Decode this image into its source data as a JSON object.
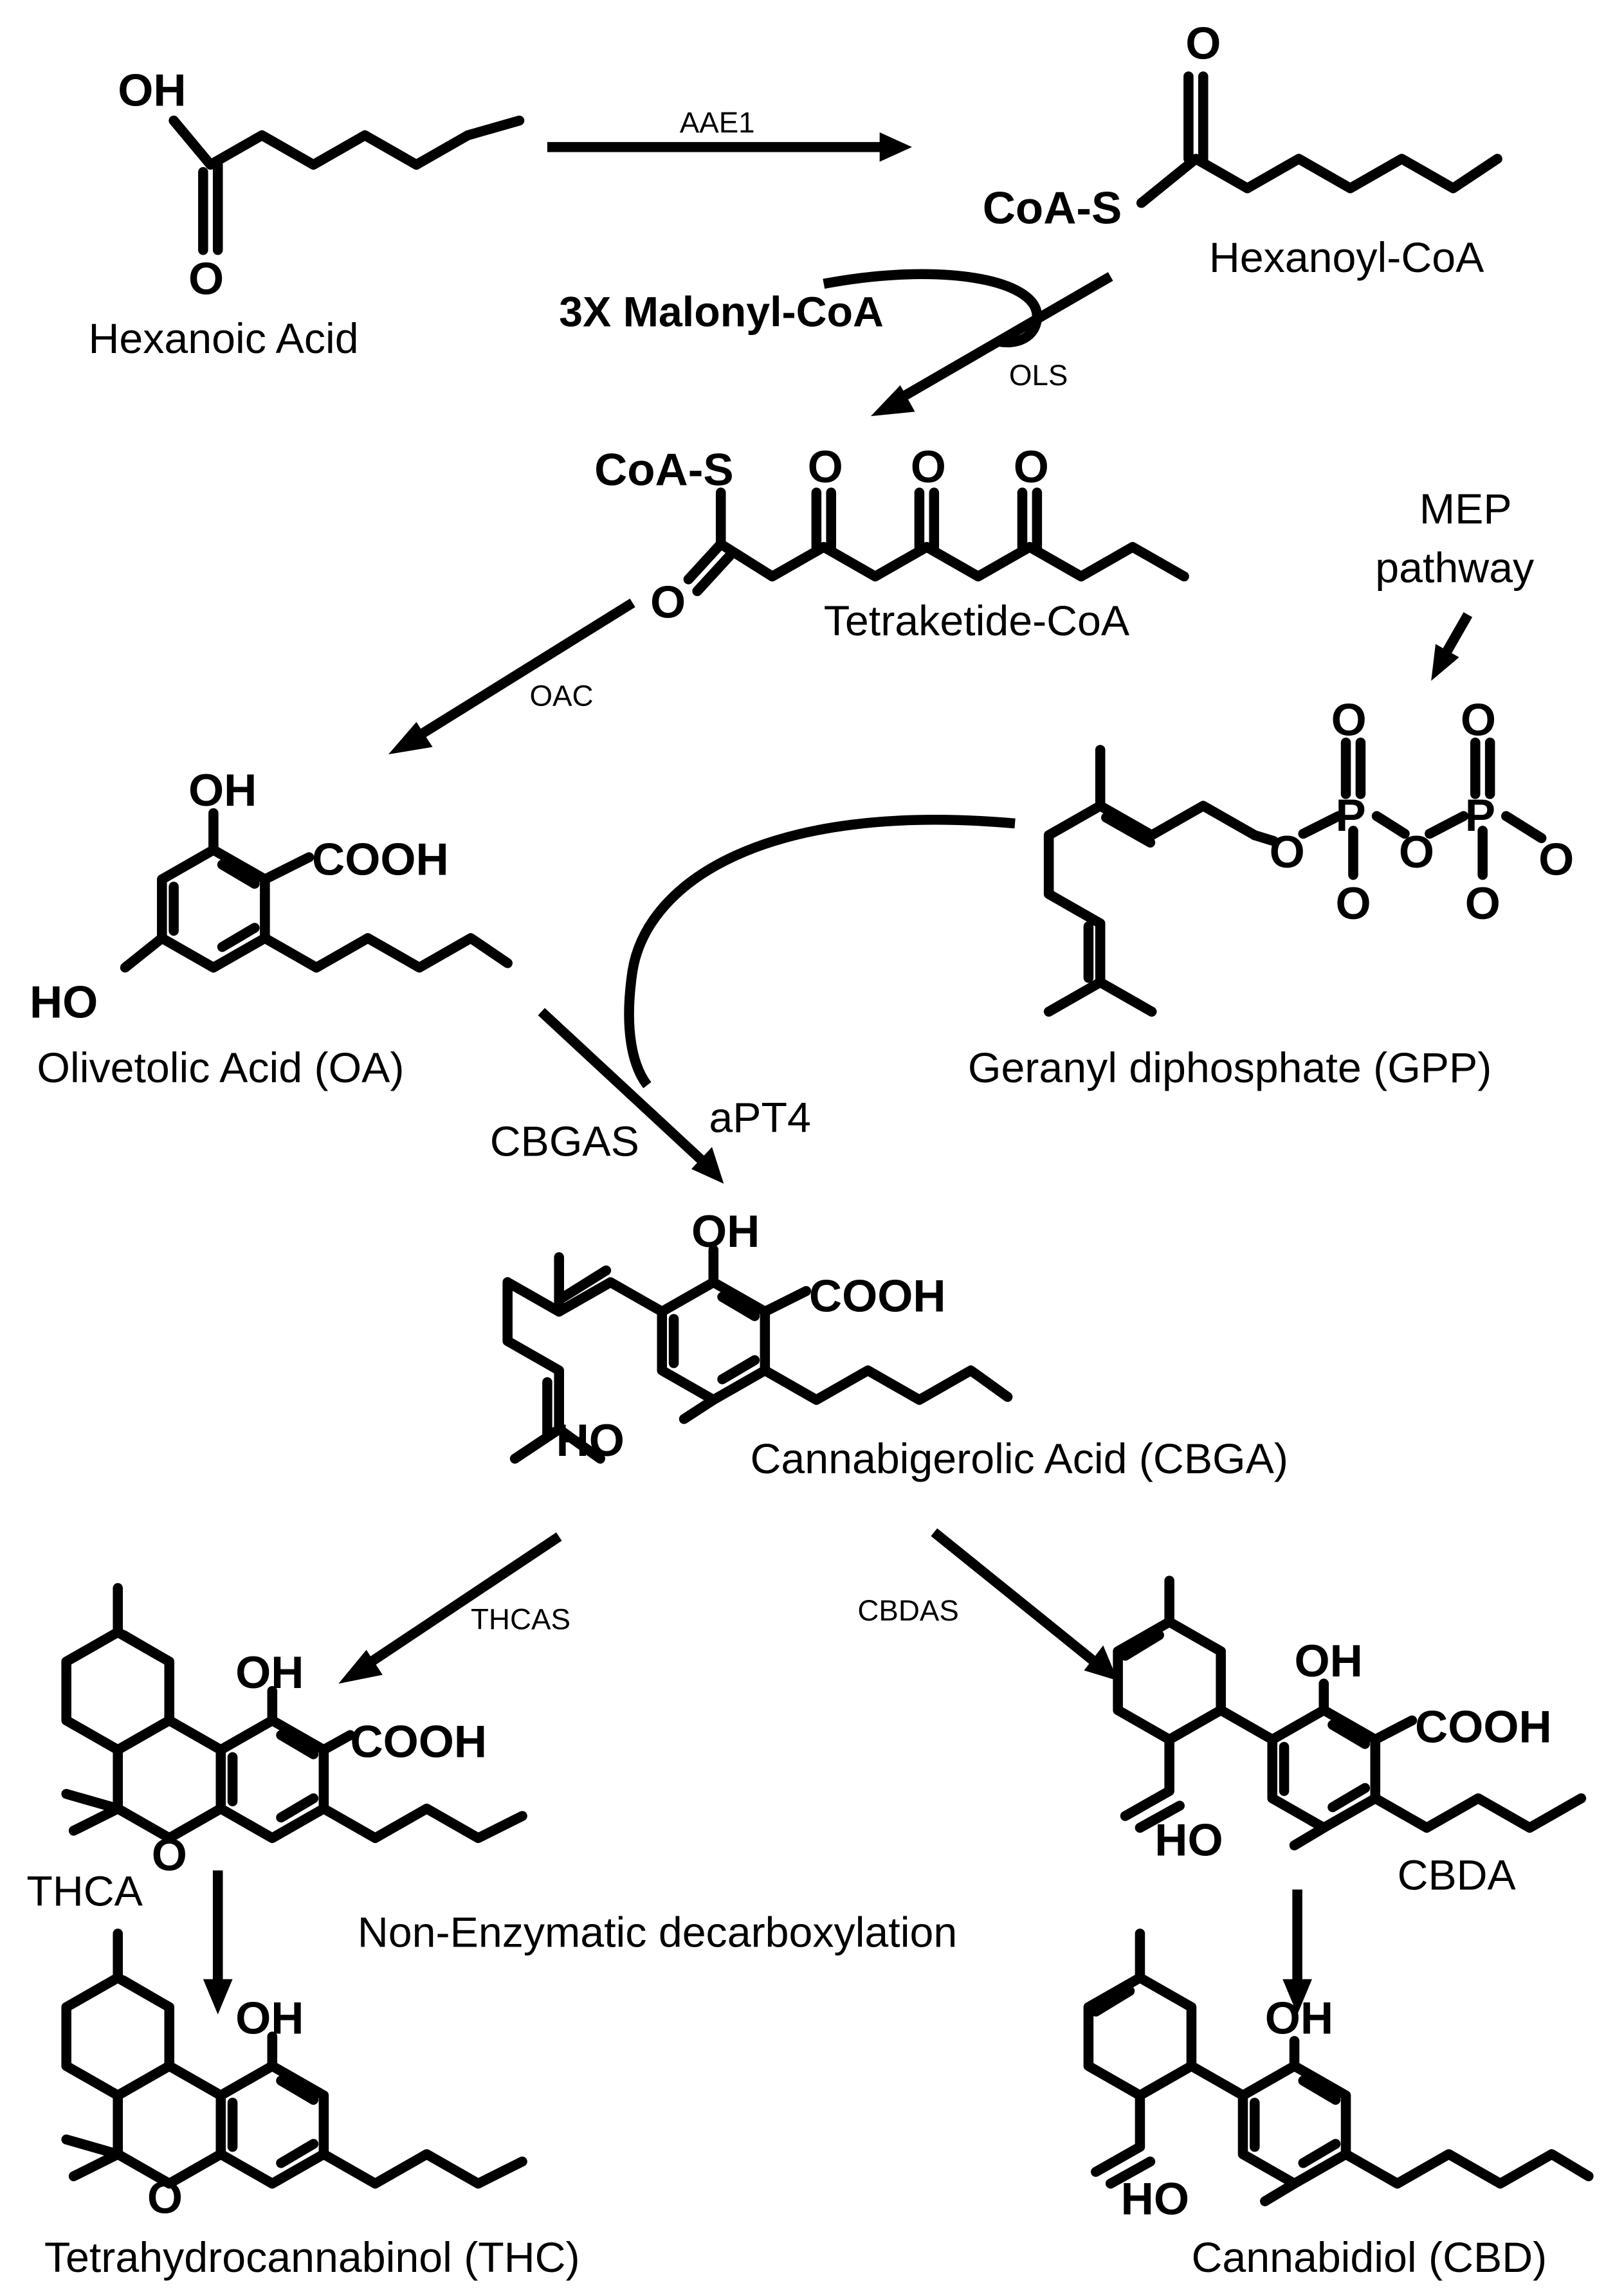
{
  "compounds": {
    "hexanoic_acid": "Hexanoic Acid",
    "hexanoyl_coa": "Hexanoyl-CoA",
    "tetraketide_coa": "Tetraketide-CoA",
    "olivetolic_acid": "Olivetolic Acid (OA)",
    "gpp": "Geranyl diphosphate (GPP)",
    "cbga": "Cannabigerolic Acid (CBGA)",
    "thca": "THCA",
    "cbda": "CBDA",
    "thc": "Tetrahydrocannabinol (THC)",
    "cbd": "Cannabidiol (CBD)"
  },
  "enzymes": {
    "aae1": "AAE1",
    "ols": "OLS",
    "oac": "OAC",
    "cbgas": "CBGAS",
    "apt4": "aPT4",
    "thcas": "THCAS",
    "cbdas": "CBDAS"
  },
  "reagents": {
    "malonyl": "3X Malonyl-CoA"
  },
  "notes": {
    "mep_line1": "MEP",
    "mep_line2": "pathway",
    "decarboxylation": "Non-Enzymatic decarboxylation"
  },
  "atom_labels": {
    "oh": "OH",
    "ho": "HO",
    "o": "O",
    "p": "P",
    "cooh": "COOH",
    "coa_s": "CoA-S"
  }
}
